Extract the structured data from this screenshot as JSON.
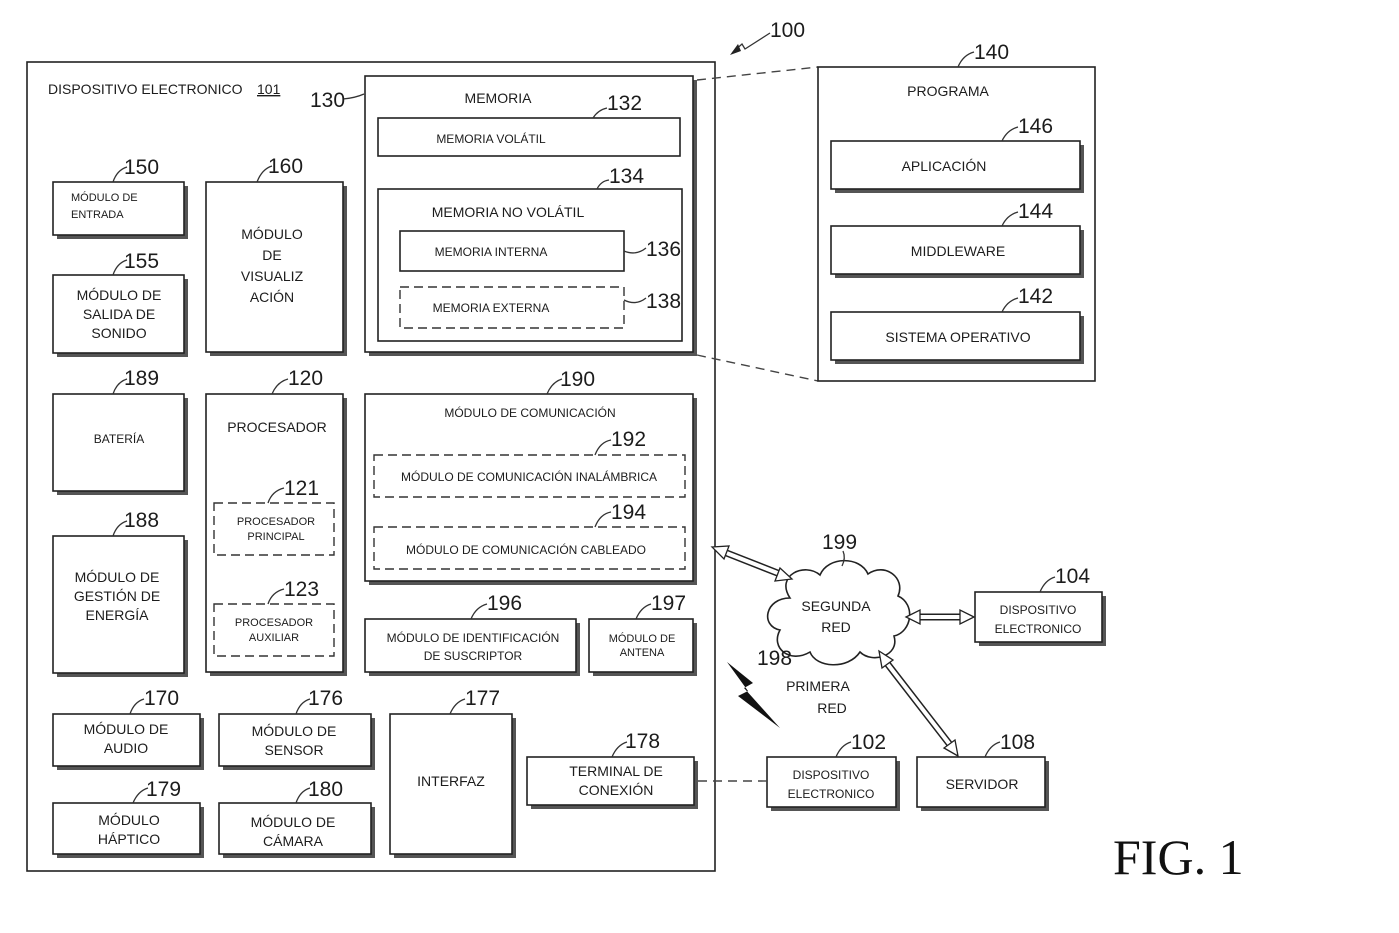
{
  "figure_label": "FIG. 1",
  "refs": {
    "system": "100",
    "device": "101",
    "processor": "120",
    "main_processor": "121",
    "aux_processor": "123",
    "memory": "130",
    "volatile": "132",
    "nonvolatile": "134",
    "internal": "136",
    "external": "138",
    "program": "140",
    "os": "142",
    "middleware": "144",
    "application": "146",
    "input": "150",
    "sound_out": "155",
    "display": "160",
    "audio": "170",
    "sensor": "176",
    "interface": "177",
    "connection_terminal": "178",
    "haptic": "179",
    "camera": "180",
    "power": "188",
    "battery": "189",
    "comm": "190",
    "wireless": "192",
    "wired": "194",
    "subscriber": "196",
    "antenna": "197",
    "first_network": "198",
    "second_network": "199",
    "elec_device_102": "102",
    "elec_device_104": "104",
    "server": "108"
  },
  "labels": {
    "device_title": "DISPOSITIVO ELECTRONICO",
    "memory": "MEMORIA",
    "volatile": "MEMORIA  VOLÁTIL",
    "nonvolatile": "MEMORIA NO  VOLÁTIL",
    "internal": "MEMORIA INTERNA",
    "external": "MEMORIA EXTERNA",
    "program": "PROGRAMA",
    "application": "APLICACIÓN",
    "middleware": "MIDDLEWARE",
    "os": "SISTEMA OPERATIVO",
    "input": [
      "MÓDULO DE",
      "ENTRADA"
    ],
    "sound_out": [
      "MÓDULO DE",
      "SALIDA DE",
      "SONIDO"
    ],
    "display": [
      "MÓDULO",
      "DE",
      "VISUALIZ",
      "ACIÓN"
    ],
    "battery": "BATERÍA",
    "processor": "PROCESADOR",
    "main_processor": [
      "PROCESADOR",
      "PRINCIPAL"
    ],
    "aux_processor": [
      "PROCESADOR",
      "AUXILIAR"
    ],
    "power": [
      "MÓDULO DE",
      "GESTIÓN DE",
      "ENERGÍA"
    ],
    "comm": "MÓDULO DE COMUNICACIÓN",
    "wireless": "MÓDULO DE COMUNICACIÓN INALÁMBRICA",
    "wired": "MÓDULO DE COMUNICACIÓN CABLEADO",
    "subscriber": [
      "MÓDULO DE IDENTIFICACIÓN",
      "DE SUSCRIPTOR"
    ],
    "antenna": [
      "MÓDULO DE",
      "ANTENA"
    ],
    "audio": [
      "MÓDULO DE",
      "AUDIO"
    ],
    "sensor": [
      "MÓDULO DE",
      "SENSOR"
    ],
    "interface": "INTERFAZ",
    "connection_terminal": [
      "TERMINAL DE",
      "CONEXIÓN"
    ],
    "haptic": [
      "MÓDULO",
      "HÁPTICO"
    ],
    "camera": [
      "MÓDULO DE",
      "CÁMARA"
    ],
    "second_network": [
      "SEGUNDA",
      "RED"
    ],
    "first_network": [
      "PRIMERA",
      "RED"
    ],
    "elec_device_104": [
      "DISPOSITIVO",
      "ELECTRONICO"
    ],
    "elec_device_102": [
      "DISPOSITIVO",
      "ELECTRONICO"
    ],
    "server": "SERVIDOR"
  }
}
